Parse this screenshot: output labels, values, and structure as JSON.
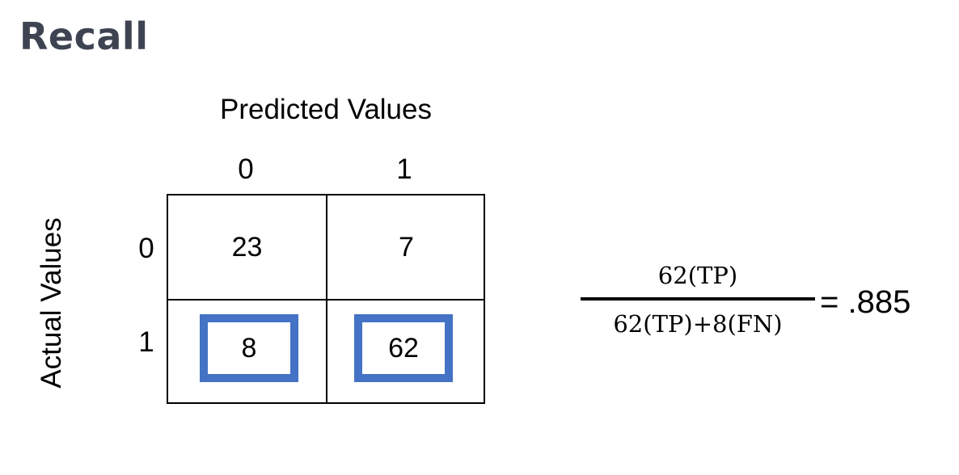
{
  "title": "Recall",
  "matrix": {
    "predicted_label": "Predicted Values",
    "actual_label": "Actual Values",
    "columns": [
      "0",
      "1"
    ],
    "rows": [
      "0",
      "1"
    ],
    "cells": [
      [
        "23",
        "7"
      ],
      [
        "8",
        "62"
      ]
    ],
    "highlight_color": "#4472c4"
  },
  "formula": {
    "numerator": "62(TP)",
    "denominator": "62(TP)+8(FN)",
    "result": "= .885"
  }
}
